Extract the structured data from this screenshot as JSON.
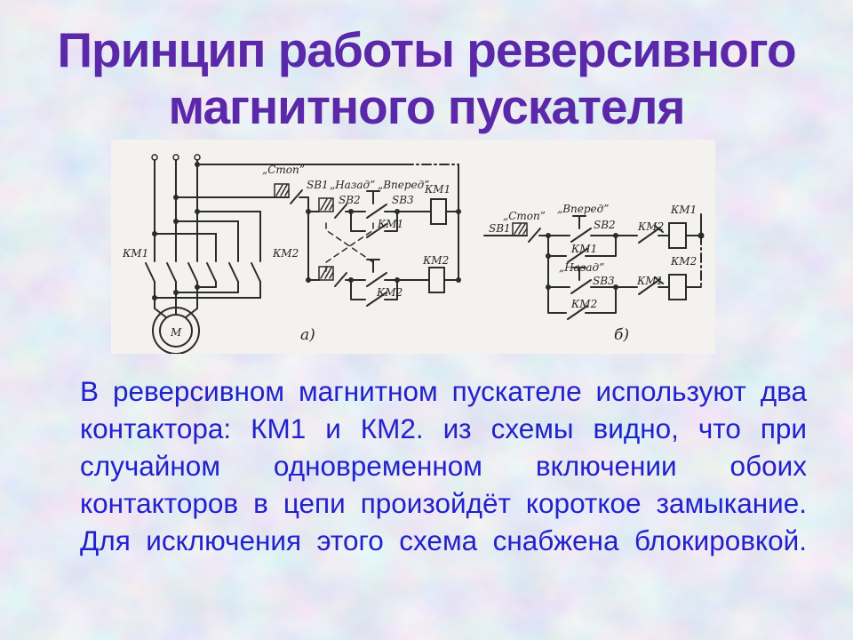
{
  "title": {
    "line1": "Принцип работы реверсивного",
    "line2": "магнитного пускателя"
  },
  "colors": {
    "title_text": "#5a28a8",
    "body_text": "#2222cc",
    "background_base": "#c2d3ec",
    "background_speckle_pink": "#e0c6dc",
    "diagram_paper": "#f4f2ee",
    "schematic_ink": "#2b2b28"
  },
  "body": {
    "lines": [
      "В реверсивном магнитном пускателе используют два",
      "контактора: КМ1 и КМ2. из схемы видно, что при",
      "случайном одновременном включении обоих",
      "контакторов в цепи произойдёт короткое замыкание.",
      "Для исключения этого схема снабжена блокировкой."
    ]
  },
  "diagram": {
    "panel_a": {
      "label": "а)",
      "stop": "„Стоп”",
      "sb1": "SB1",
      "back": "„Назад”",
      "fwd": "„Вперед”",
      "sb2": "SB2",
      "sb3": "SB3",
      "km1_main": "КМ1",
      "km2_main": "КМ2",
      "km1_aux": "КМ1",
      "km2_aux": "КМ2",
      "km1_coil": "КМ1",
      "km2_coil": "КМ2",
      "motor": "М"
    },
    "panel_b": {
      "label": "б)",
      "stop": "„Стоп”",
      "sb1": "SB1",
      "fwd": "„Вперед”",
      "sb2": "SB2",
      "back": "„Назад”",
      "sb3": "SB3",
      "km1_aux": "КМ1",
      "km2_break": "КМ2",
      "km1_break": "КМ1",
      "km2_aux": "КМ2",
      "km1_coil": "КМ1",
      "km2_coil": "КМ2"
    }
  }
}
